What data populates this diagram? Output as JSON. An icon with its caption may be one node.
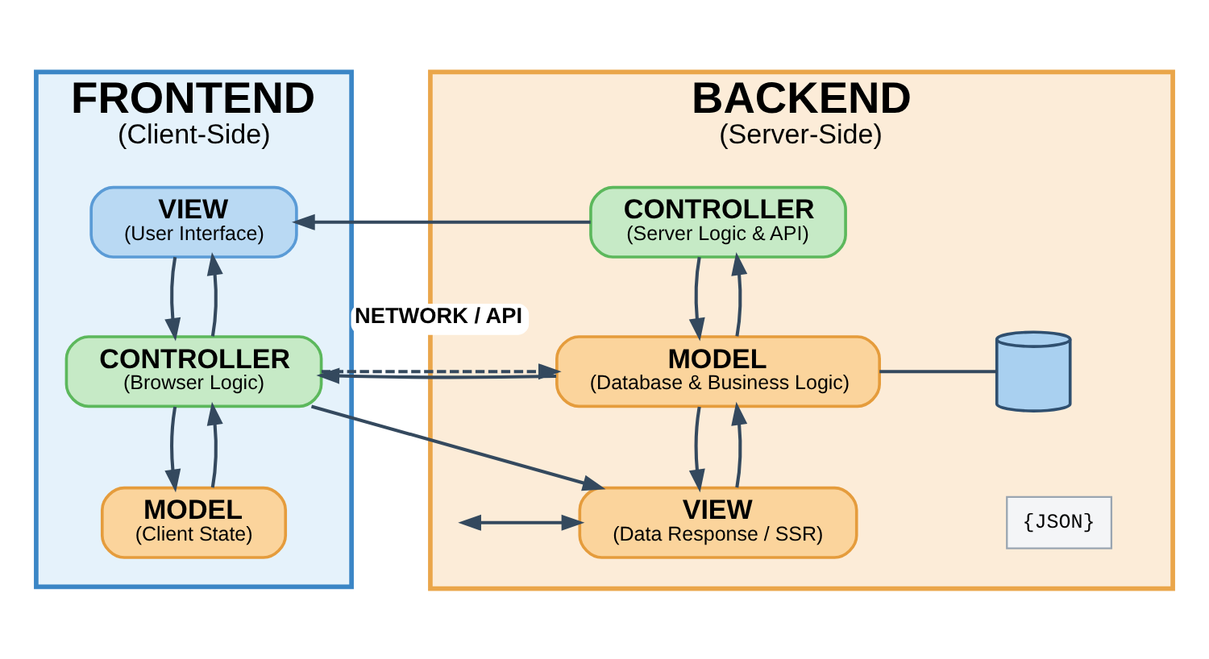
{
  "diagram": {
    "nodes": [
      {
        "text": [
          "FRONTEND",
          "(Client-Side)"
        ]
      },
      {
        "text": [
          "VIEW",
          "(User Interface)"
        ],
        "in": 0
      },
      {
        "text": [
          "CONTROLLER",
          "(Browser Logic)"
        ],
        "in": 0
      },
      {
        "text": [
          "MODEL",
          "(Client State)"
        ],
        "in": 0
      },
      {
        "text": [
          "BACKEND",
          "(Server-Side)"
        ]
      },
      {
        "text": [
          "CONTROLLER",
          "(Server Logic & API)"
        ],
        "in": 4
      },
      {
        "text": [
          "MODEL",
          "(Database & Business Logic)"
        ],
        "in": 4
      },
      {
        "text": [
          "VIEW",
          "(Data Response / SSR)"
        ],
        "in": 4
      },
      {
        "text": [],
        "shape": "cylinder",
        "in": 4
      }
    ],
    "edges": [
      {
        "from": 5,
        "to": 1,
        "arrow": "to"
      },
      {
        "from": 2,
        "to": 1,
        "arrow": "to"
      },
      {
        "from": 1,
        "to": 2,
        "arrow": "to"
      },
      {
        "from": 2,
        "to": 6,
        "arrow": "to",
        "label": "NETWORK / API",
        "style": "dashed"
      },
      {
        "from": 6,
        "to": 2,
        "arrow": "to"
      },
      {
        "from": 2,
        "to": 7,
        "arrow": "to"
      },
      {
        "from": 6,
        "to": 5,
        "arrow": "to"
      },
      {
        "from": 5,
        "to": 6,
        "arrow": "to"
      },
      {
        "from": 6,
        "to": 8,
        "arrow": "none"
      },
      {
        "from": 3,
        "to": 2,
        "arrow": "to"
      },
      {
        "from": 2,
        "to": 3,
        "arrow": "to"
      },
      {
        "from": 7,
        "to": 6,
        "arrow": "to"
      },
      {
        "from": 6,
        "to": 7,
        "arrow": "to"
      },
      {
        "from": null,
        "to": 7,
        "arrow": "both"
      }
    ],
    "labels": [
      "{JSON}"
    ]
  }
}
